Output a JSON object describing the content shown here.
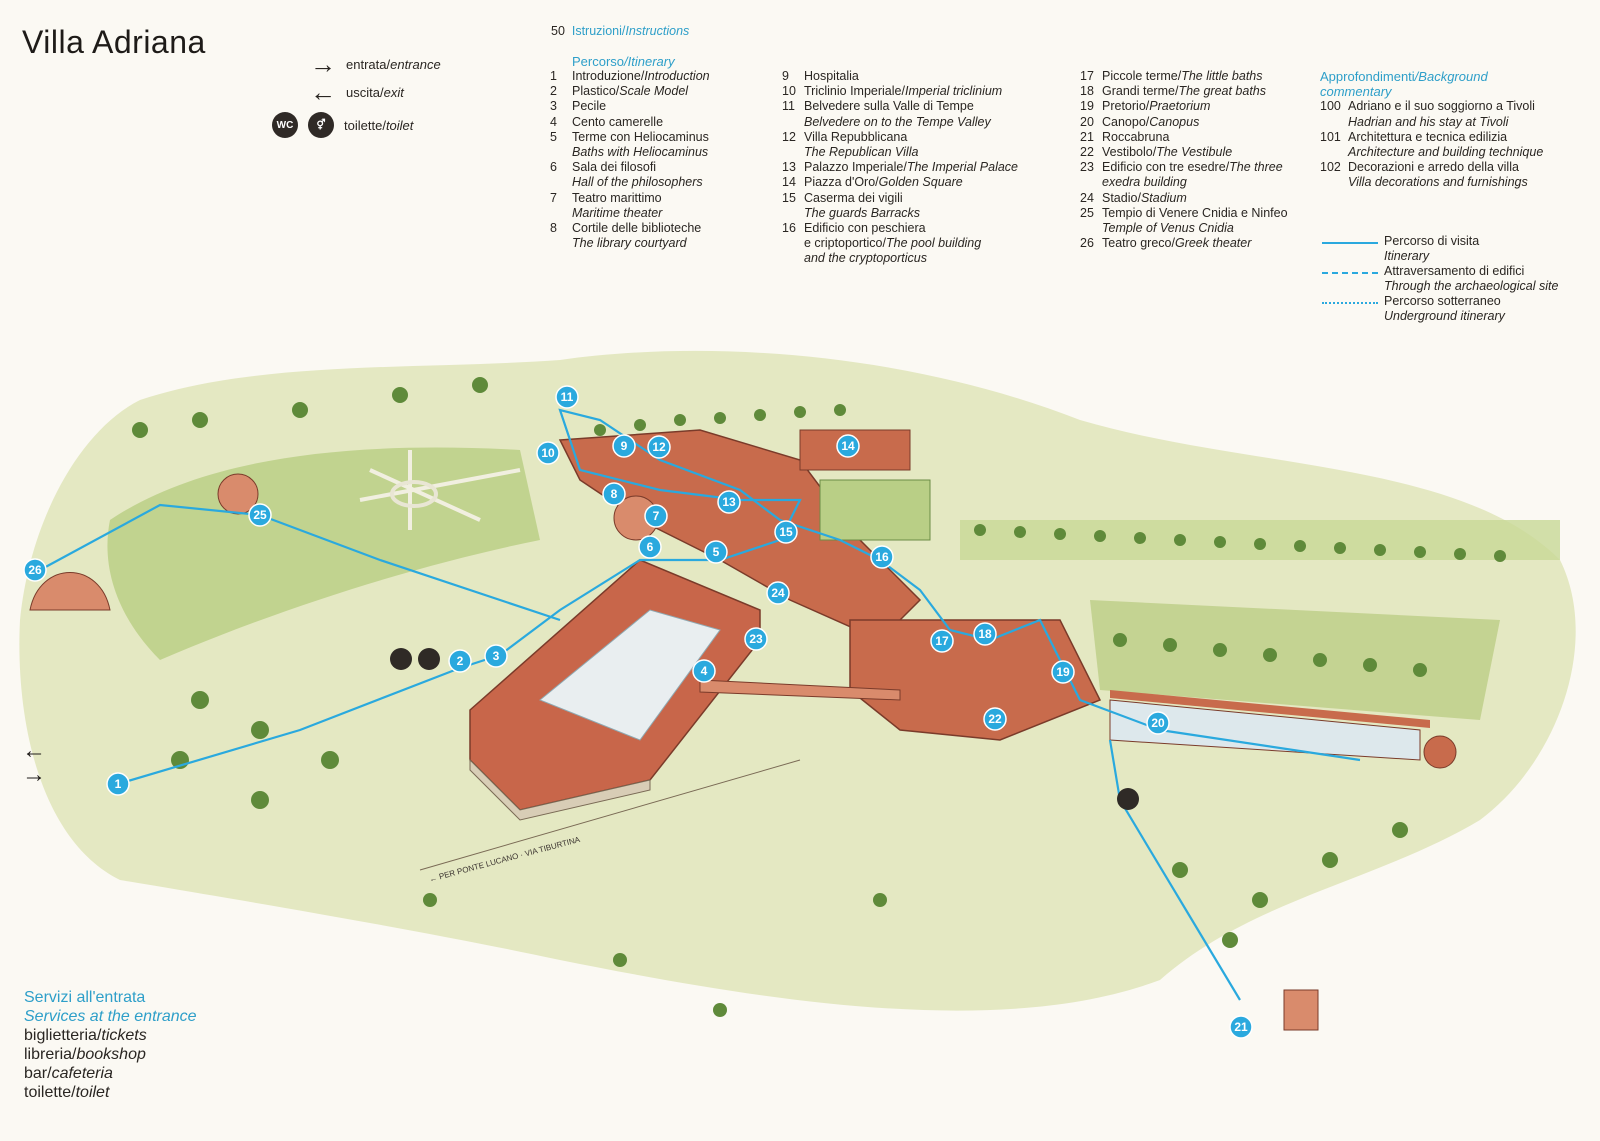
{
  "title": "Villa Adriana",
  "legend": {
    "entrance": {
      "it": "entrata",
      "en": "entrance"
    },
    "exit": {
      "it": "uscita",
      "en": "exit"
    },
    "toilet": {
      "it": "toilette",
      "en": "toilet"
    },
    "wc_label": "WC"
  },
  "instructions": {
    "num": "50",
    "it": "Istruzioni",
    "en": "Instructions"
  },
  "itinerary_heading": {
    "it": "Percorso",
    "en": "Itinerary"
  },
  "itinerary_col1": [
    {
      "n": "1",
      "it": "Introduzione",
      "en": "Introduction",
      "sub": ""
    },
    {
      "n": "2",
      "it": "Plastico",
      "en": "Scale Model",
      "sub": ""
    },
    {
      "n": "3",
      "it": "Pecile",
      "en": "",
      "sub": ""
    },
    {
      "n": "4",
      "it": "Cento camerelle",
      "en": "",
      "sub": ""
    },
    {
      "n": "5",
      "it": "Terme con Heliocaminus",
      "en": "",
      "sub": "Baths with Heliocaminus"
    },
    {
      "n": "6",
      "it": "Sala dei filosofi",
      "en": "",
      "sub": "Hall of the philosophers"
    },
    {
      "n": "7",
      "it": "Teatro marittimo",
      "en": "",
      "sub": "Maritime theater"
    },
    {
      "n": "8",
      "it": "Cortile delle biblioteche",
      "en": "",
      "sub": "The library courtyard"
    }
  ],
  "itinerary_col2": [
    {
      "n": "9",
      "it": "Hospitalia",
      "en": "",
      "sub": ""
    },
    {
      "n": "10",
      "it": "Triclinio Imperiale",
      "en": "Imperial triclinium",
      "sub": ""
    },
    {
      "n": "11",
      "it": "Belvedere sulla Valle di Tempe",
      "en": "",
      "sub": "Belvedere on to the Tempe Valley"
    },
    {
      "n": "12",
      "it": "Villa Repubblicana",
      "en": "",
      "sub": "The Republican Villa"
    },
    {
      "n": "13",
      "it": "Palazzo Imperiale",
      "en": "The Imperial Palace",
      "sub": ""
    },
    {
      "n": "14",
      "it": "Piazza d'Oro",
      "en": "Golden Square",
      "sub": ""
    },
    {
      "n": "15",
      "it": "Caserma dei vigili",
      "en": "",
      "sub": "The guards Barracks"
    },
    {
      "n": "16",
      "it": "Edificio con peschiera",
      "en": "",
      "sub": "",
      "line2_it": "e criptoportico",
      "line2_en": "The pool building",
      "sub2": "and the cryptoporticus"
    }
  ],
  "itinerary_col3": [
    {
      "n": "17",
      "it": "Piccole terme",
      "en": "The little baths",
      "sub": ""
    },
    {
      "n": "18",
      "it": "Grandi terme",
      "en": "The great baths",
      "sub": ""
    },
    {
      "n": "19",
      "it": "Pretorio",
      "en": "Praetorium",
      "sub": ""
    },
    {
      "n": "20",
      "it": "Canopo",
      "en": "Canopus",
      "sub": ""
    },
    {
      "n": "21",
      "it": "Roccabruna",
      "en": "",
      "sub": ""
    },
    {
      "n": "22",
      "it": "Vestibolo",
      "en": "The Vestibule",
      "sub": ""
    },
    {
      "n": "23",
      "it": "Edificio con tre esedre",
      "en": "The three",
      "sub": "exedra building"
    },
    {
      "n": "24",
      "it": "Stadio",
      "en": "Stadium",
      "sub": ""
    },
    {
      "n": "25",
      "it": "Tempio di Venere Cnidia e Ninfeo",
      "en": "",
      "sub": "Temple of Venus Cnidia"
    },
    {
      "n": "26",
      "it": "Teatro greco",
      "en": "Greek theater",
      "sub": ""
    }
  ],
  "background": {
    "heading_it": "Approfondimenti",
    "heading_en": "Background",
    "heading_en2": "commentary",
    "items": [
      {
        "n": "100",
        "it": "Adriano e il suo soggiorno a Tivoli",
        "sub": "Hadrian and his stay at Tivoli"
      },
      {
        "n": "101",
        "it": "Architettura e tecnica edilizia",
        "sub": "Architecture and building technique"
      },
      {
        "n": "102",
        "it": "Decorazioni e arredo della villa",
        "sub": "Villa decorations and furnishings"
      }
    ]
  },
  "line_legend": [
    {
      "it": "Percorso di visita",
      "en": "Itinerary",
      "style": "solid"
    },
    {
      "it": "Attraversamento di edifici",
      "en": "Through the archaeological site",
      "style": "dashed"
    },
    {
      "it": "Percorso sotterraneo",
      "en": "Underground itinerary",
      "style": "dotted"
    }
  ],
  "road_label": "← PER PONTE LUCANO · VIA TIBURTINA",
  "services": {
    "heading_it": "Servizi all'entrata",
    "heading_en": "Services at the entrance",
    "items": [
      {
        "it": "biglietteria",
        "en": "tickets"
      },
      {
        "it": "libreria",
        "en": "bookshop"
      },
      {
        "it": "bar",
        "en": "cafeteria"
      },
      {
        "it": "toilette",
        "en": "toilet"
      }
    ]
  },
  "markers": [
    "1",
    "2",
    "3",
    "4",
    "5",
    "6",
    "7",
    "8",
    "9",
    "10",
    "11",
    "12",
    "13",
    "14",
    "15",
    "16",
    "17",
    "18",
    "19",
    "20",
    "21",
    "22",
    "23",
    "24",
    "25",
    "26"
  ],
  "colors": {
    "route": "#2aa9de",
    "roof": "#c8664a",
    "grass": "#c9d79a",
    "tree": "#5f8a3a"
  }
}
